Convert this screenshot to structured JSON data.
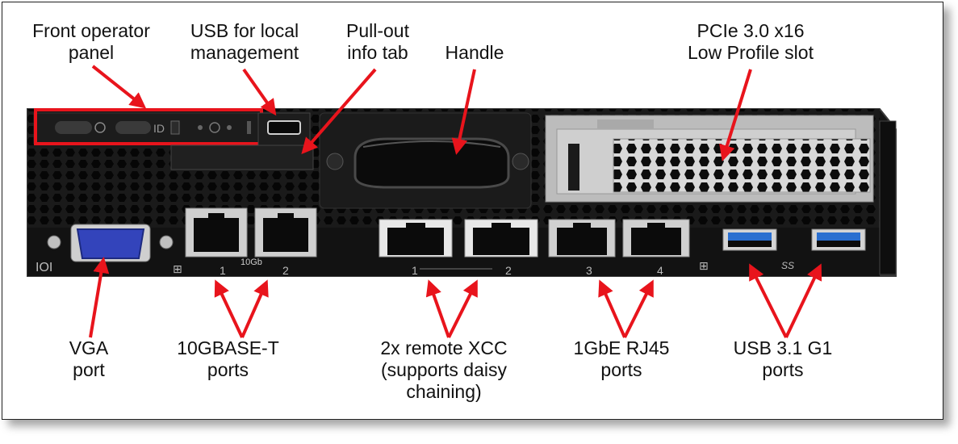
{
  "labels": {
    "front_panel": [
      "Front operator",
      "panel"
    ],
    "usb_local": [
      "USB for local",
      "management"
    ],
    "pullout": [
      "Pull-out",
      "info tab"
    ],
    "handle": "Handle",
    "pcie": [
      "PCIe 3.0 x16",
      "Low Profile slot"
    ],
    "vga": [
      "VGA",
      "port"
    ],
    "tenG": [
      "10GBASE-T",
      "ports"
    ],
    "xcc": [
      "2x remote XCC",
      "(supports daisy",
      "chaining)"
    ],
    "gbe": [
      "1GbE RJ45",
      "ports"
    ],
    "usb31": [
      "USB 3.1 G1",
      "ports"
    ]
  },
  "device_marks": {
    "tenG_caption": "10Gb",
    "port_numbers": [
      "1",
      "2",
      "1",
      "2",
      "3",
      "4"
    ],
    "id_text": "ID",
    "vga_symbol": "IOI",
    "usb_ss": "SS"
  },
  "colors": {
    "arrow": "#e8141c",
    "chassis": "#141414",
    "usb_blue": "#2a6fd0",
    "vga_blue": "#3344bb"
  }
}
